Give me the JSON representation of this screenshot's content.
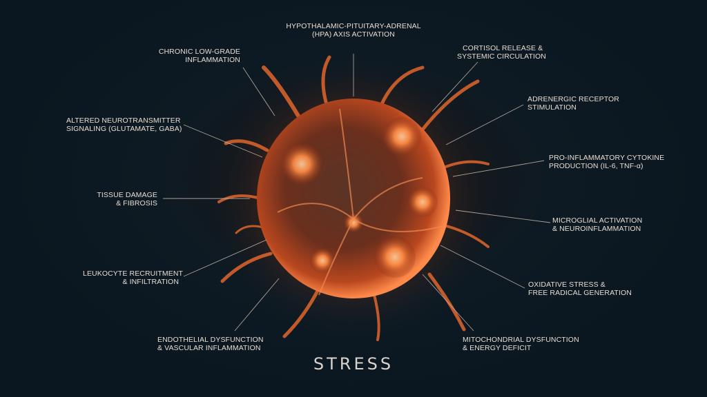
{
  "diagram": {
    "title": "STRESS",
    "colors": {
      "background": "#0c1821",
      "label_text": "#e8ddd2",
      "cell_glow": "#ff7a3d",
      "cell_dark": "#3a1c14"
    },
    "labels": {
      "hpa": {
        "line1": "HYPOTHALAMIC-PITUITARY-ADRENAL",
        "line2": "(HPA) AXIS ACTIVATION"
      },
      "chronic": {
        "line1": "CHRONIC LOW-GRADE",
        "line2": "INFLAMMATION"
      },
      "cortisol": {
        "line1": "CORTISOL RELEASE &",
        "line2": "SYSTEMIC CIRCULATION"
      },
      "adrenergic": {
        "line1": "ADRENERGIC RECEPTOR",
        "line2": "STIMULATION"
      },
      "neurotransmitter": {
        "line1": "ALTERED NEUROTRANSMITTER",
        "line2": "SIGNALING (GLUTAMATE, GABA)"
      },
      "cytokine": {
        "line1": "PRO-INFLAMMATORY CYTOKINE",
        "line2": "PRODUCTION (IL-6, TNF-α)"
      },
      "tissue": {
        "line1": "TISSUE DAMAGE",
        "line2": "& FIBROSIS"
      },
      "microglial": {
        "line1": "MICROGLIAL ACTIVATION",
        "line2": "& NEUROINFLAMMATION"
      },
      "leukocyte": {
        "line1": "LEUKOCYTE RECRUITMENT",
        "line2": "& INFILTRATION"
      },
      "oxidative": {
        "line1": "OXIDATIVE STRESS &",
        "line2": "FREE RADICAL GENERATION"
      },
      "endothelial": {
        "line1": "ENDOTHELIAL DYSFUNCTION",
        "line2": "& VASCULAR INFLAMMATION"
      },
      "mitochondrial": {
        "line1": "MITOCHONDRIAL DYSFUNCTION",
        "line2": "& ENERGY DEFICIT"
      }
    }
  }
}
